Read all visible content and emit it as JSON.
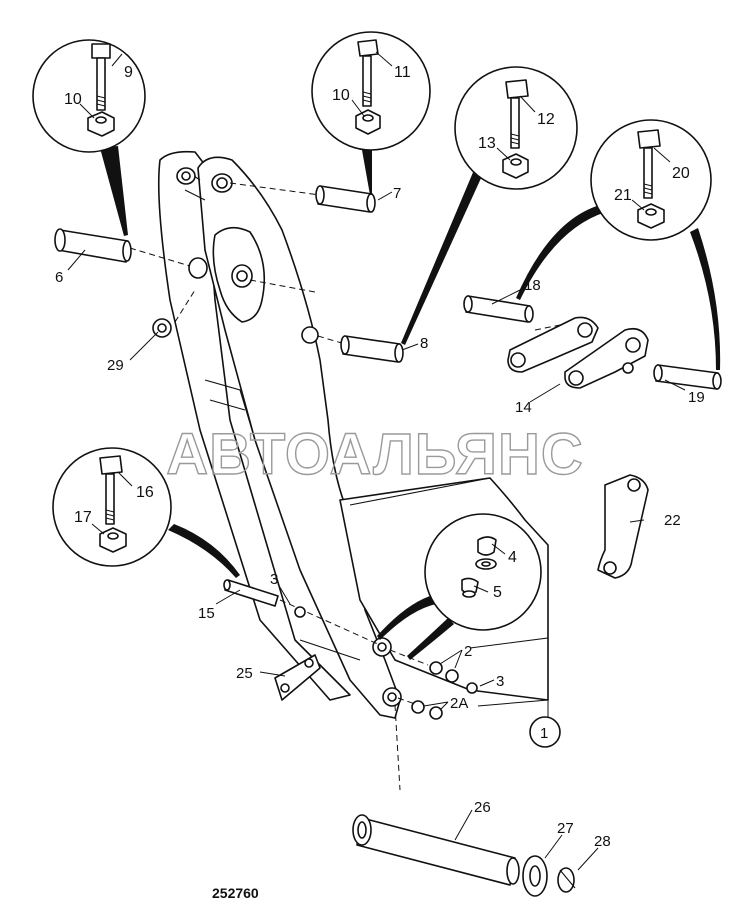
{
  "watermark": "АВТОАЛЬЯНС",
  "drawing_number": "252760",
  "callouts": {
    "c1": "1",
    "c2": "2",
    "c2a": "2A",
    "c3a": "3",
    "c3b": "3",
    "c4": "4",
    "c5": "5",
    "c6": "6",
    "c7": "7",
    "c8": "8",
    "c9": "9",
    "c10a": "10",
    "c10b": "10",
    "c11": "11",
    "c12": "12",
    "c13": "13",
    "c14": "14",
    "c15": "15",
    "c16": "16",
    "c17": "17",
    "c18": "18",
    "c19": "19",
    "c20": "20",
    "c21": "21",
    "c22": "22",
    "c25": "25",
    "c26": "26",
    "c27": "27",
    "c28": "28",
    "c29": "29"
  }
}
